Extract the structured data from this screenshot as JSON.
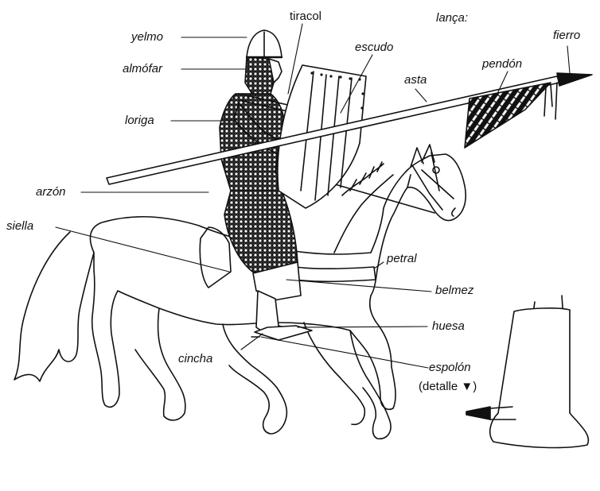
{
  "labels": {
    "yelmo": "yelmo",
    "almofar": "almófar",
    "loriga": "loriga",
    "arzon": "arzón",
    "siella": "siella",
    "tiracol": "tiracol",
    "escudo": "escudo",
    "asta": "asta",
    "lanca": "lança:",
    "pendon": "pendón",
    "fierro": "fierro",
    "petral": "petral",
    "belmez": "belmez",
    "huesa": "huesa",
    "cincha": "cincha",
    "espolon": "espolón",
    "detalle": "(detalle ▼)"
  },
  "colors": {
    "ink": "#111111",
    "paper": "#ffffff"
  }
}
